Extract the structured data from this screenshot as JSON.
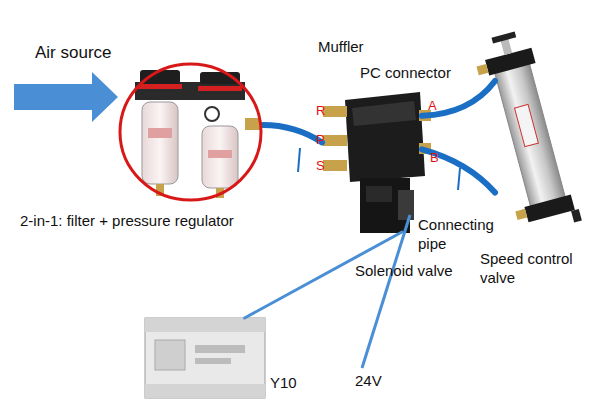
{
  "diagram": {
    "nodes": [
      {
        "text": [
          "2-in-1: filter + pressure regulator"
        ]
      },
      {
        "text": [
          "Solenoid valve"
        ]
      },
      {
        "text": [
          "Speed control valve"
        ]
      },
      {
        "text": [
          "Y10"
        ]
      }
    ],
    "edges": [
      {
        "from": 0,
        "to": 1,
        "arrow": "none"
      },
      {
        "from": 1,
        "to": 2,
        "arrow": "none"
      },
      {
        "from": 1,
        "to": 2,
        "arrow": "none"
      },
      {
        "from": 3,
        "to": 1,
        "arrow": "none"
      }
    ],
    "labels": [
      "Air source",
      "Muffler",
      "PC connector",
      "R",
      "P",
      "S",
      "A",
      "B",
      "Connecting pipe",
      "24V"
    ]
  }
}
